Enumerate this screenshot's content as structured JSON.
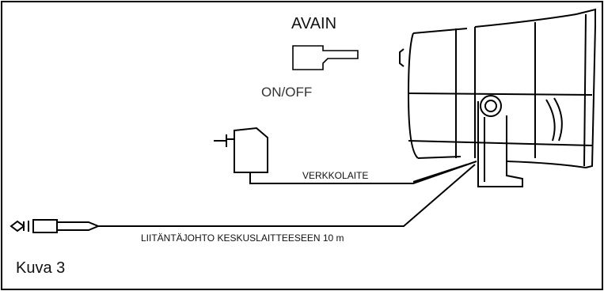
{
  "labels": {
    "key": "AVAIN",
    "switch": "ON/OFF",
    "adapter": "VERKKOLAITE",
    "cable": "LIITÄNTÄJOHTO KESKUSLAITTEESEEN 10 m"
  },
  "caption": "Kuva 3",
  "colors": {
    "line": "#000000",
    "background": "#ffffff",
    "text": "#111111"
  }
}
